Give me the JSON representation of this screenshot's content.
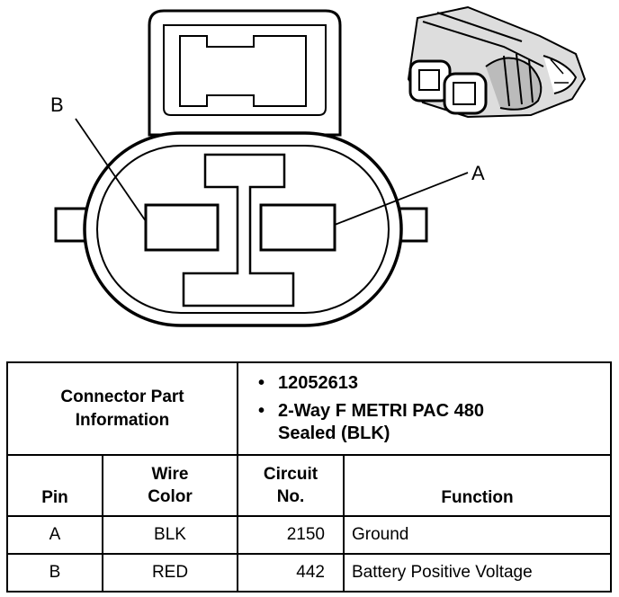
{
  "diagram": {
    "pin_b_callout": "B",
    "pin_a_callout": "A",
    "icons": [
      "connector-face-view-icon",
      "connector-3d-view-icon"
    ]
  },
  "table": {
    "part_info_label": "Connector Part\nInformation",
    "part_info": [
      "12052613",
      "2-Way F METRI PAC 480\nSealed (BLK)"
    ],
    "headers": {
      "pin": "Pin",
      "wire_color": "Wire\nColor",
      "circuit": "Circuit\nNo.",
      "function": "Function"
    },
    "rows": [
      {
        "pin": "A",
        "wire_color": "BLK",
        "circuit": "2150",
        "function": "Ground"
      },
      {
        "pin": "B",
        "wire_color": "RED",
        "circuit": "442",
        "function": "Battery Positive Voltage"
      }
    ]
  }
}
